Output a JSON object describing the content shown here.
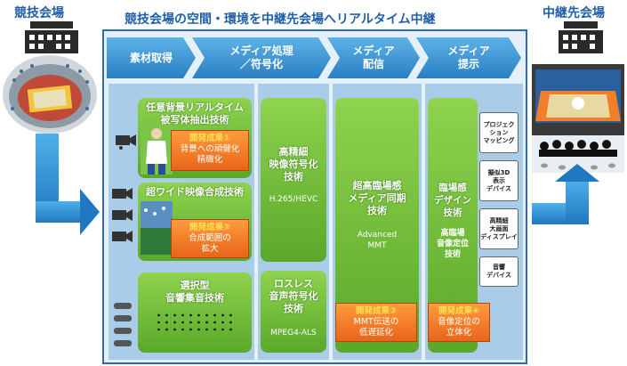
{
  "header": {
    "left_label": "競技会場",
    "center_title": "競技会場の空間・環境を中継先会場へリアルタイム中継",
    "right_label": "中継先会場"
  },
  "stages": [
    {
      "label": "素材取得"
    },
    {
      "label": "メディア処理\n／符号化"
    },
    {
      "label": "メディア\n配信"
    },
    {
      "label": "メディア\n提示"
    }
  ],
  "acquisition": [
    {
      "title": "任意背景リアルタイム\n被写体抽出技術",
      "result_label": "開発成果①",
      "result_text": "背景への頑健化\n精緻化"
    },
    {
      "title": "超ワイド映像合成技術",
      "result_label": "開発成果②",
      "result_text": "合成範囲の\n拡大"
    },
    {
      "title": "選択型\n音響集音技術"
    }
  ],
  "processing": [
    {
      "title": "高精細\n映像符号化\n技術",
      "code": "H.265/HEVC"
    },
    {
      "title": "ロスレス\n音声符号化\n技術",
      "code": "MPEG4-ALS"
    }
  ],
  "distribution": {
    "title": "超高臨場感\nメディア同期\n技術",
    "code": "Advanced\nMMT",
    "result_label": "開発成果③",
    "result_text": "MMT伝送の\n低遅延化"
  },
  "presentation": {
    "title": "臨場感\nデザイン\n技術",
    "subtitle": "高臨場\n音像定位\n技術",
    "result_label": "開発成果④",
    "result_text": "音像定位の\n立体化",
    "devices": [
      "プロジェク\nション\nマッピング",
      "擬似3D\n表示\nデバイス",
      "高精細\n大画面\nディスプレイ",
      "音響\nデバイス"
    ]
  },
  "colors": {
    "accent": "#1f5fa8",
    "green": "#6cbf3a",
    "orange": "#f07f2a",
    "frame": "#2b6cb0"
  }
}
